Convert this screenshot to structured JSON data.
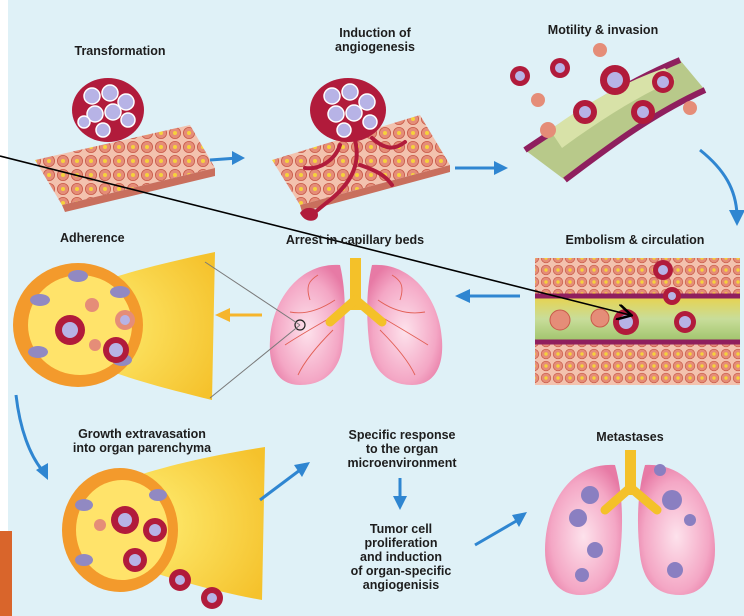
{
  "stages": {
    "transformation": "Transformation",
    "angiogenesis": "Induction of\nangiogenesis",
    "motility": "Motility & invasion",
    "embolism": "Embolism & circulation",
    "arrest": "Arrest in capillary beds",
    "adherence": "Adherence",
    "growth": "Growth extravasation\ninto organ parenchyma",
    "response": "Specific response\nto the organ\nmicroenvironment",
    "proliferation": "Tumor cell\nproliferation\nand induction\nof organ-specific\nangiogenisis",
    "metastases": "Metastases"
  },
  "colors": {
    "background": "#dff1f7",
    "tissue": "#e9a08a",
    "tumor_cell": "#b7b3e6",
    "vessel": "#b11b3b",
    "lung": "#f4a7c5",
    "flow_arrow": "#2f86d1",
    "adherence_arrow": "#f6b52b",
    "accent": "#d9652b"
  }
}
